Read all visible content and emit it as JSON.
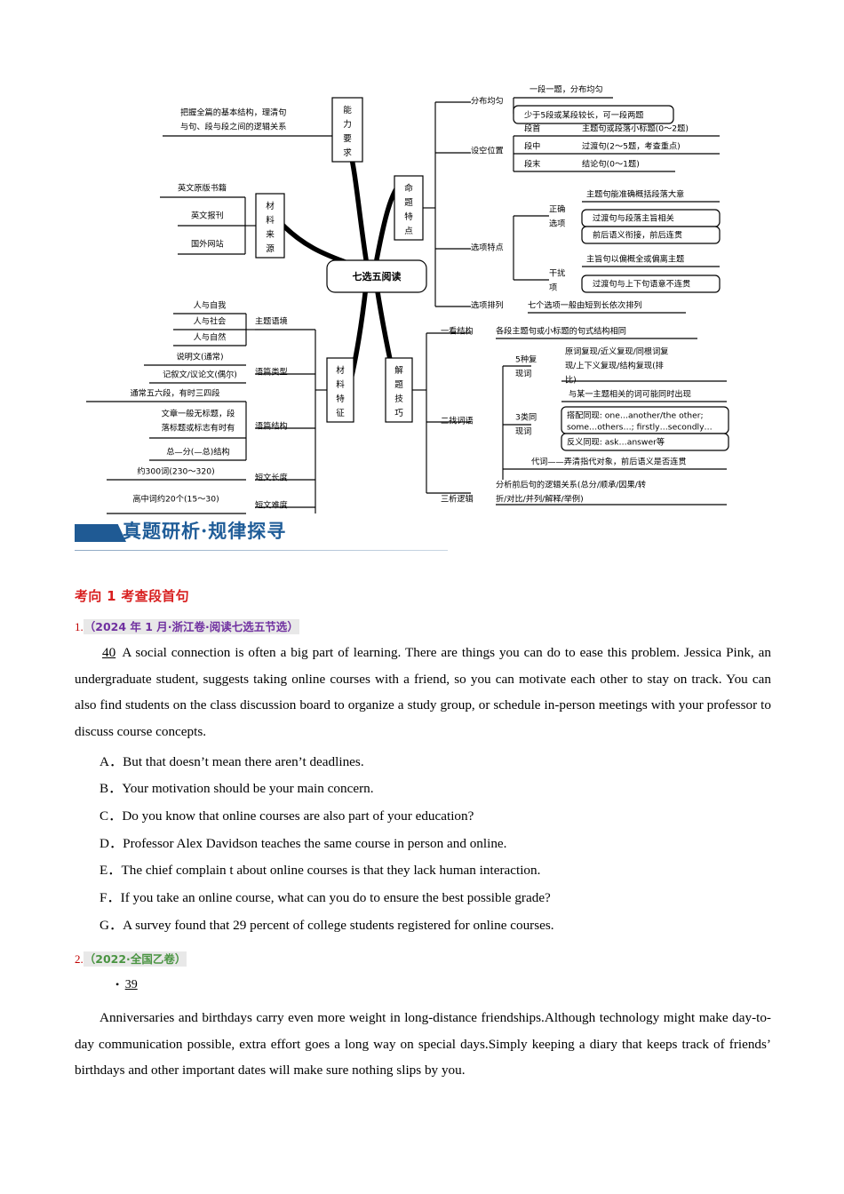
{
  "mindmap": {
    "center": "七选五阅读",
    "branches": {
      "ability": {
        "node": "能力要求",
        "detail": [
          "把握全篇的基本结构，理清句",
          "与句、段与段之间的逻辑关系"
        ]
      },
      "material_source": {
        "node": "材料来源",
        "items": [
          "英文原版书籍",
          "英文报刊",
          "国外网站"
        ]
      },
      "material_feature": {
        "node": "材料特征",
        "groups": [
          {
            "label": "主题语境",
            "items": [
              "人与自我",
              "人与社会",
              "人与自然"
            ]
          },
          {
            "label": "语篇类型",
            "items": [
              "说明文(通常)",
              "记叙文/议论文(偶尔)"
            ]
          },
          {
            "label": "语篇结构",
            "items": [
              "通常五六段，有时三四段",
              "文章一般无标题，段落标题或标志有时有",
              "总—分(—总)结构"
            ]
          },
          {
            "label": "短文长度",
            "items": [
              "约300词(230～320)"
            ]
          },
          {
            "label": "短文难度",
            "items": [
              "高中词约20个(15～30)"
            ]
          }
        ]
      },
      "proposition": {
        "node": "命题特点",
        "groups": [
          {
            "label": "分布均匀",
            "items": [
              "一段一题，分布均匀",
              "少于5段或某段较长，可一段两题"
            ]
          },
          {
            "label": "设空位置",
            "subs": [
              {
                "key": "段首",
                "val": "主题句或段落小标题(0～2题)"
              },
              {
                "key": "段中",
                "val": "过渡句(2～5题，考查重点)"
              },
              {
                "key": "段末",
                "val": "结论句(0～1题)"
              }
            ]
          },
          {
            "label": "选项特点",
            "subs2": [
              {
                "key": "正确选项",
                "items": [
                  "主题句能准确概括段落大意",
                  "过渡句与段落主旨相关",
                  "前后语义衔接，前后连贯"
                ]
              },
              {
                "key": "干扰项",
                "items": [
                  "主旨句以偏概全或偏离主题",
                  "过渡句与上下句语意不连贯"
                ]
              }
            ]
          },
          {
            "label": "选项排列",
            "items": [
              "七个选项一般由短到长依次排列"
            ]
          }
        ]
      },
      "technique": {
        "node": "解题技巧",
        "groups": [
          {
            "label": "一看结构",
            "items": [
              "各段主题句或小标题的句式结构相同"
            ]
          },
          {
            "label": "二找词语",
            "subs2": [
              {
                "key": "5种复现词",
                "items": [
                  "原词复现/近义复现/同根词复现/上下义复现/结构复现(排比)"
                ]
              },
              {
                "key": "3类同现词",
                "items": [
                  "与某一主题相关的词可能同时出现",
                  "搭配同现: one…another/the other; some…others…; firstly…secondly…",
                  "反义同现: ask…answer等"
                ]
              },
              {
                "key": "代词",
                "items": [
                  "代词——弄清指代对象，前后语义是否连贯"
                ]
              }
            ]
          },
          {
            "label": "三析逻辑",
            "items": [
              "分析前后句的逻辑关系(总分/顺承/因果/转折/对比/并列/解释/举例)"
            ]
          }
        ]
      }
    }
  },
  "banner": {
    "title": "真题研析·规律探寻",
    "accent_color": "#1f5a94"
  },
  "section": {
    "heading": "考向 1 考查段首句"
  },
  "item1": {
    "number": "1.",
    "source_open": "（",
    "source": "2024 年 1 月·浙江卷·阅读七选五节选",
    "source_close": "）",
    "blank": "40",
    "passage": "A social connection is often a big part of learning. There are things you can do to ease this problem. Jessica Pink, an undergraduate student, suggests taking online courses with a friend, so you can motivate each other to stay on track. You can also find students on the class discussion board to organize a study group, or schedule in-person meetings with your professor to discuss course concepts.",
    "options": [
      {
        "letter": "A．",
        "text": "But that doesn’t mean there aren’t deadlines."
      },
      {
        "letter": "B．",
        "text": "Your motivation should be your main concern."
      },
      {
        "letter": "C．",
        "text": "Do you know that online courses are also part of your education?"
      },
      {
        "letter": "D．",
        "text": "Professor Alex Davidson teaches the same course in person and online."
      },
      {
        "letter": "E．",
        "text": "The chief complain t about online courses is that they lack human interaction."
      },
      {
        "letter": "F．",
        "text": "If you take an online course, what can you do to ensure the best possible grade?"
      },
      {
        "letter": "G．",
        "text": "A survey found that 29 percent of college students registered for online courses."
      }
    ]
  },
  "item2": {
    "number": "2.",
    "source_open": "（",
    "source_year": "2022·",
    "source_name": "全国乙卷",
    "source_close": "）",
    "bullet": "•",
    "blank": "39",
    "passage": "Anniversaries and birthdays carry even more weight in long-distance friendships.Although technology might make day-to-day communication possible, extra effort goes a long way on special days.Simply keeping a diary that keeps track of friends’ birthdays and other important dates will make sure nothing slips by you."
  }
}
